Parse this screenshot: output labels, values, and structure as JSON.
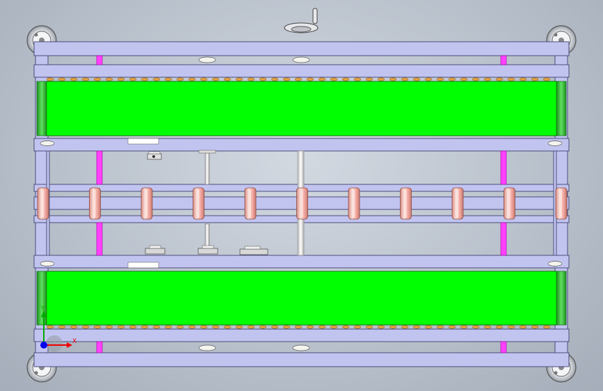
{
  "colors": {
    "frame": "#c2c4f0",
    "frame_edge": "#4a4c7a",
    "belt": "#00ff00",
    "belt_edge": "#0a7a0a",
    "end_roller": "#2fc42f",
    "rail": "#ff40ff",
    "roller": "#f2a8a0",
    "roller_highlight": "#fbe3de",
    "background": "#c4cbd4"
  },
  "triad": {
    "x_label": "X",
    "y_label": "Y",
    "x_color": "#ee0000",
    "y_color": "#00aa00",
    "z_color": "#0000ee"
  },
  "scene": {
    "roller_count": 11,
    "caster_icon": "caster-wheel-icon",
    "handwheel_icon": "handwheel-icon"
  }
}
